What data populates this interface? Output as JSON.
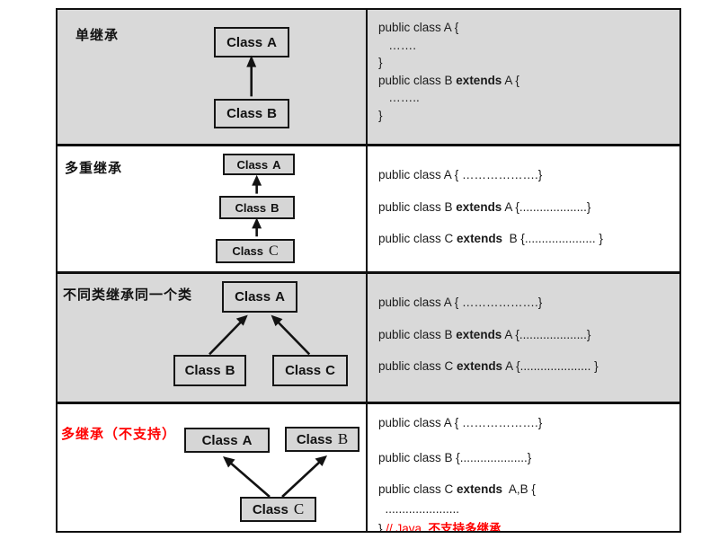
{
  "colors": {
    "row_gray": "#d9d9d9",
    "row_white": "#ffffff",
    "box_fill": "#d6d6d6",
    "border": "#0f0f0f",
    "warning_red": "#ff0000"
  },
  "rows": [
    {
      "title": "单继承",
      "boxes": [
        {
          "prefix": "Class",
          "letter": "A"
        },
        {
          "prefix": "Class",
          "letter": "B"
        }
      ],
      "code": [
        [
          "public class A {"
        ],
        [
          "   ……."
        ],
        [
          "}"
        ],
        [
          "public class B ",
          "extends",
          " A {"
        ],
        [
          "   …….."
        ],
        [
          "}"
        ]
      ]
    },
    {
      "title": "多重继承",
      "boxes": [
        {
          "prefix": "Class",
          "letter": "A"
        },
        {
          "prefix": "Class",
          "letter": "B"
        },
        {
          "prefix": "Class",
          "letter": "C"
        }
      ],
      "code": [
        [
          "public class A { ……………….}"
        ],
        [
          "public class B ",
          "extends",
          " A {....................}"
        ],
        [
          "public class C ",
          "extends",
          "  B {..................... }"
        ]
      ]
    },
    {
      "title": "不同类继承同一个类",
      "boxes": [
        {
          "prefix": "Class",
          "letter": "A"
        },
        {
          "prefix": "Class",
          "letter": "B"
        },
        {
          "prefix": "Class",
          "letter": "C"
        }
      ],
      "code": [
        [
          "public class A { ……………….}"
        ],
        [
          "public class B ",
          "extends",
          " A {....................}"
        ],
        [
          "public class C ",
          "extends",
          " A {..................... }"
        ]
      ]
    },
    {
      "title": "多继承（不支持）",
      "boxes": [
        {
          "prefix": "Class",
          "letter": "A"
        },
        {
          "prefix": "Class",
          "letter": "B"
        },
        {
          "prefix": "Class",
          "letter": "C"
        }
      ],
      "code": [
        [
          "public class A { ……………….}"
        ],
        [
          "public class B {....................}"
        ],
        [
          "public class C ",
          "extends",
          "  A,B {"
        ],
        [
          "  ......................"
        ],
        [
          "} ",
          "// Java  ",
          "不支持多继承"
        ]
      ]
    }
  ]
}
